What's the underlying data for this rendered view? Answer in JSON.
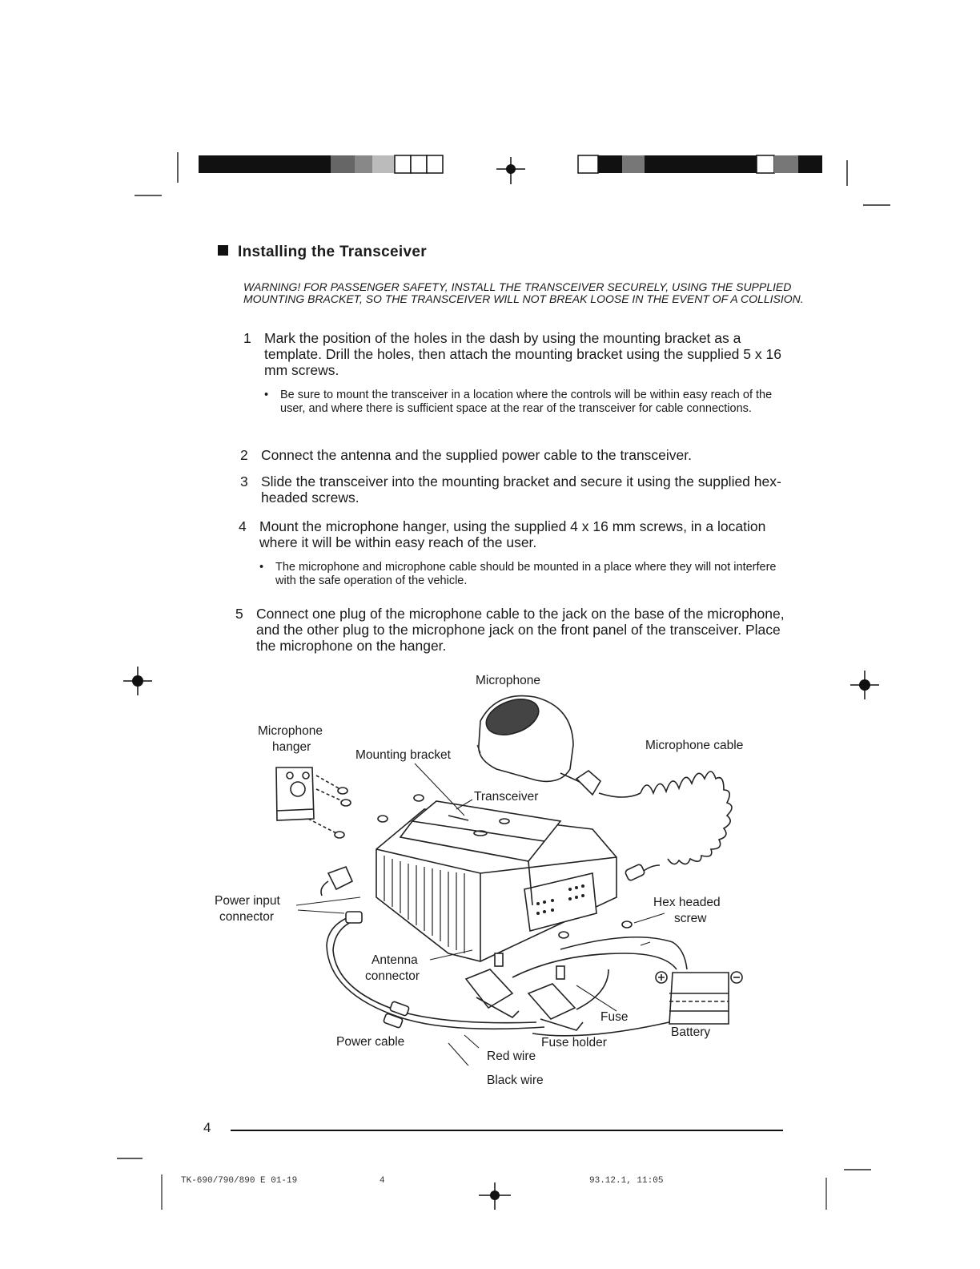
{
  "section": {
    "heading": "Installing the Transceiver",
    "warning": "WARNING!  FOR PASSENGER SAFETY, INSTALL THE TRANSCEIVER SECURELY, USING THE SUPPLIED MOUNTING BRACKET, SO THE TRANSCEIVER WILL NOT BREAK LOOSE IN THE EVENT OF A COLLISION."
  },
  "steps": [
    {
      "num": "1",
      "text": "Mark the position of the holes in the dash by using the mounting bracket as a template.  Drill the holes, then attach the mounting bracket using the supplied 5 x 16 mm screws."
    },
    {
      "num": "2",
      "text": "Connect the antenna and the supplied power cable to the transceiver."
    },
    {
      "num": "3",
      "text": "Slide the transceiver into the mounting bracket and secure it using the supplied hex-headed screws."
    },
    {
      "num": "4",
      "text": "Mount the microphone hanger, using the supplied 4 x 16 mm screws, in a location where it will be within easy reach of the user."
    },
    {
      "num": "5",
      "text": "Connect one plug of the microphone cable to the jack on the base of the microphone, and the other plug to the microphone jack on the front panel of the transceiver.  Place the microphone on the hanger."
    }
  ],
  "bullets": [
    {
      "dot": "•",
      "text": "Be sure to mount the transceiver in a location where the controls will be within easy reach of the user, and where there is sufficient space at the rear of the transceiver for cable connections."
    },
    {
      "dot": "•",
      "text": "The microphone and microphone cable should be mounted in a place where they will not interfere with the safe operation of the vehicle."
    }
  ],
  "figure": {
    "microphone": "Microphone",
    "microphone_hanger_1": "Microphone",
    "microphone_hanger_2": "hanger",
    "mounting_bracket": "Mounting bracket",
    "microphone_cable": "Microphone cable",
    "transceiver": "Transceiver",
    "power_input_1": "Power input",
    "power_input_2": "connector",
    "hex_screw_1": "Hex headed",
    "hex_screw_2": "screw",
    "antenna_1": "Antenna",
    "antenna_2": "connector",
    "fuse": "Fuse",
    "battery": "Battery",
    "power_cable": "Power cable",
    "fuse_holder": "Fuse holder",
    "red_wire": "Red wire",
    "black_wire": "Black wire"
  },
  "footer": {
    "page_number": "4",
    "file_code": "TK-690/790/890 E 01-19",
    "mid_mark": "4",
    "timestamp": "93.12.1, 11:05"
  }
}
